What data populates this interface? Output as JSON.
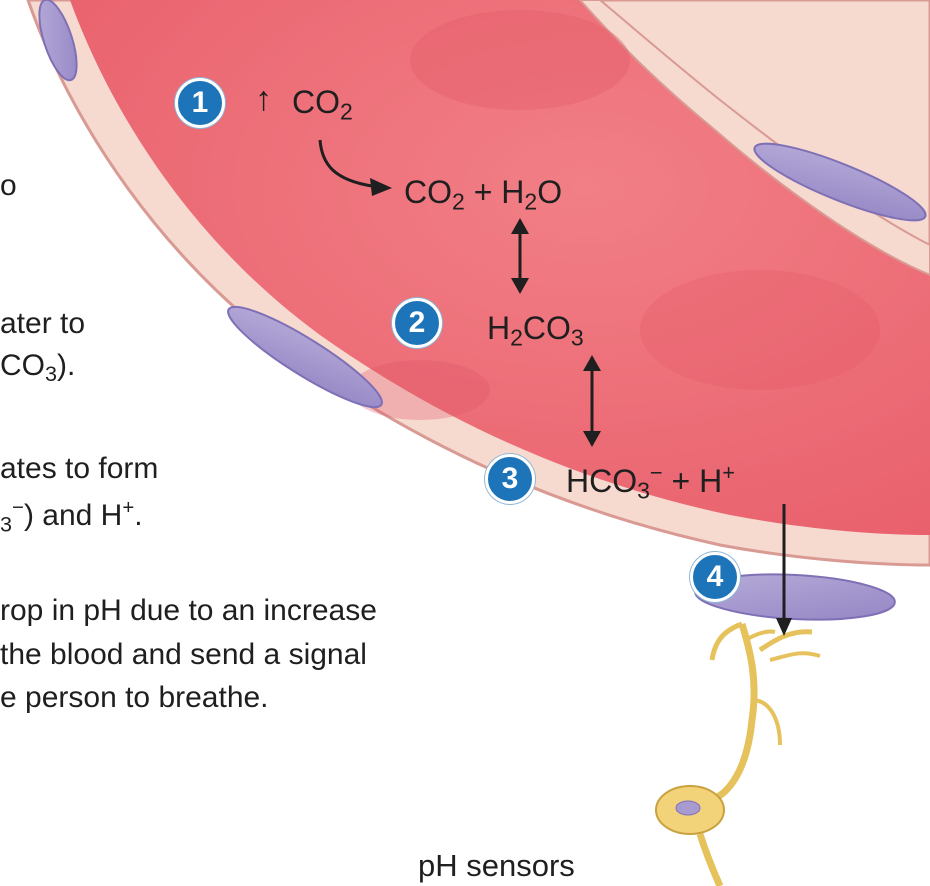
{
  "colors": {
    "vessel": "#ef6a73",
    "vessel_wall": "#f6d9cf",
    "nucleus": "#a99ad2",
    "badge": "#1d74b8",
    "neuron": "#f3d37a",
    "link": "#e22ad3"
  },
  "left_text": {
    "l1": "o",
    "l2": "ater to",
    "l3a": "CO",
    "l3b": "3",
    "l3c": ").",
    "l4": "ates to form",
    "l5a": "3",
    "l5b": "−",
    "l5c": ") and H",
    "l5d": "+",
    "l5e": ".",
    "l6": "rop in pH due to an increase",
    "l7": "the blood and send a signal",
    "l8": "e person to breathe."
  },
  "steps": {
    "s1": {
      "number": "1",
      "arrow": "↑",
      "label_a": "CO",
      "label_b": "2"
    },
    "eq1": {
      "a": "CO",
      "b": "2",
      "c": " + H",
      "d": "2",
      "e": "O"
    },
    "s2": {
      "number": "2",
      "a": "H",
      "b": "2",
      "c": "CO",
      "d": "3"
    },
    "s3": {
      "number": "3",
      "a": "HCO",
      "b": "3",
      "c": "−",
      "d": " + H",
      "e": "+"
    },
    "s4": {
      "number": "4"
    }
  },
  "sensor_label": "pH sensors"
}
